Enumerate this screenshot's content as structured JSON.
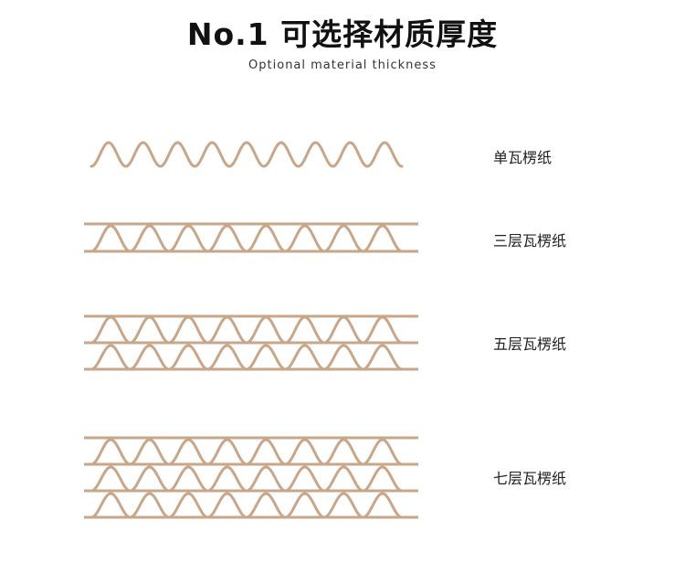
{
  "header": {
    "title": "No.1 可选择材质厚度",
    "subtitle": "Optional material thickness"
  },
  "colors": {
    "board": "#c8a68a"
  },
  "board_types": [
    {
      "label": "单瓦楞纸",
      "flute_layers": 1
    },
    {
      "label": "三层瓦楞纸",
      "flute_layers": 1
    },
    {
      "label": "五层瓦楞纸",
      "flute_layers": 2
    },
    {
      "label": "七层瓦楞纸",
      "flute_layers": 3
    }
  ]
}
